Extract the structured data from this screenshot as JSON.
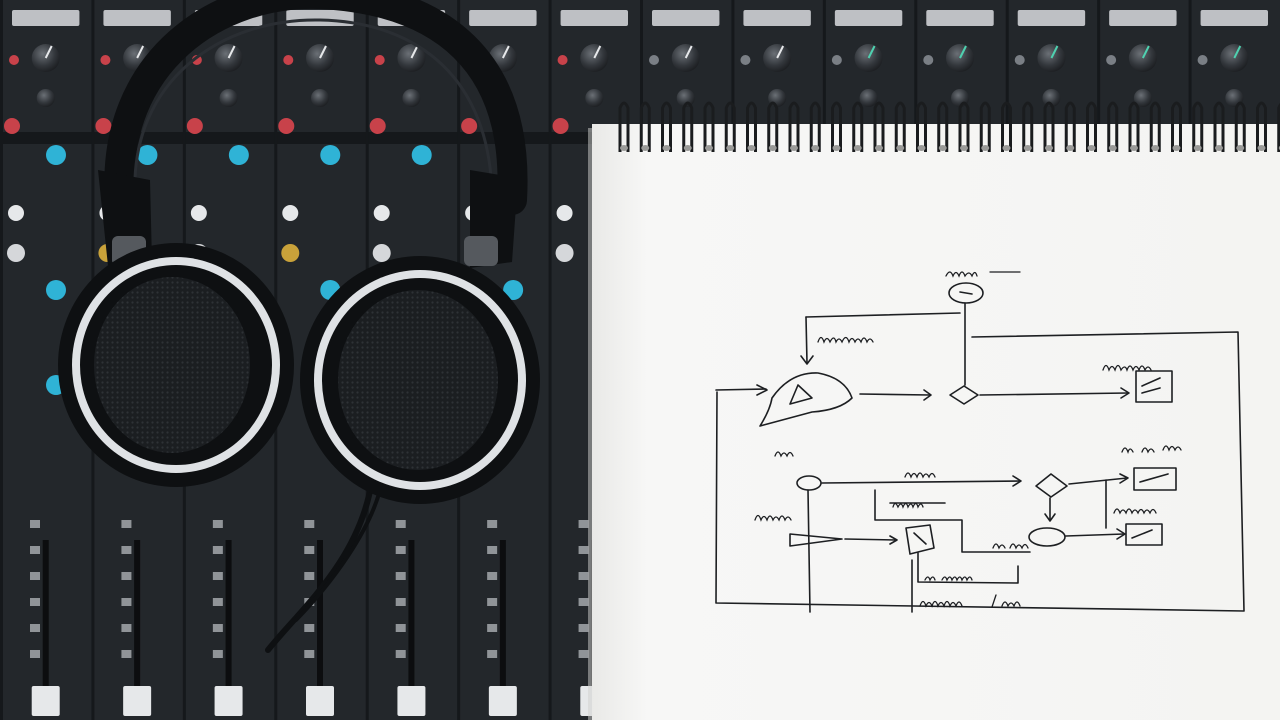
{
  "scene": {
    "subject": "audio-mixing-console-with-headphones-and-signal-flow-sketch",
    "colors": {
      "console_body": "#23272b",
      "console_panel": "#2b3035",
      "channel_divider": "#15181b",
      "label_strip": "#d9dcdf",
      "knob_dark": "#3a3f44",
      "knob_red": "#c8424a",
      "knob_cyan": "#2fb3d6",
      "knob_yellow": "#c9a23a",
      "fader_cap": "#e6e8ea",
      "headphone_black": "#0e1012",
      "headphone_ring": "#dfe2e5",
      "headphone_mesh": "#1b1e21",
      "notebook_paper": "#f7f7f6",
      "notebook_shadow": "#d8d8d6",
      "spiral_wire": "#1a1c1e",
      "ink": "#1d1f22"
    },
    "console": {
      "channel_count": 14,
      "visible": true
    },
    "headphones": {
      "visible": true,
      "ear_cups": 2
    },
    "notebook": {
      "visible": true,
      "spiral_rings": 32,
      "sketch_type": "signal-flow-diagram",
      "handwriting_legible": false
    }
  }
}
